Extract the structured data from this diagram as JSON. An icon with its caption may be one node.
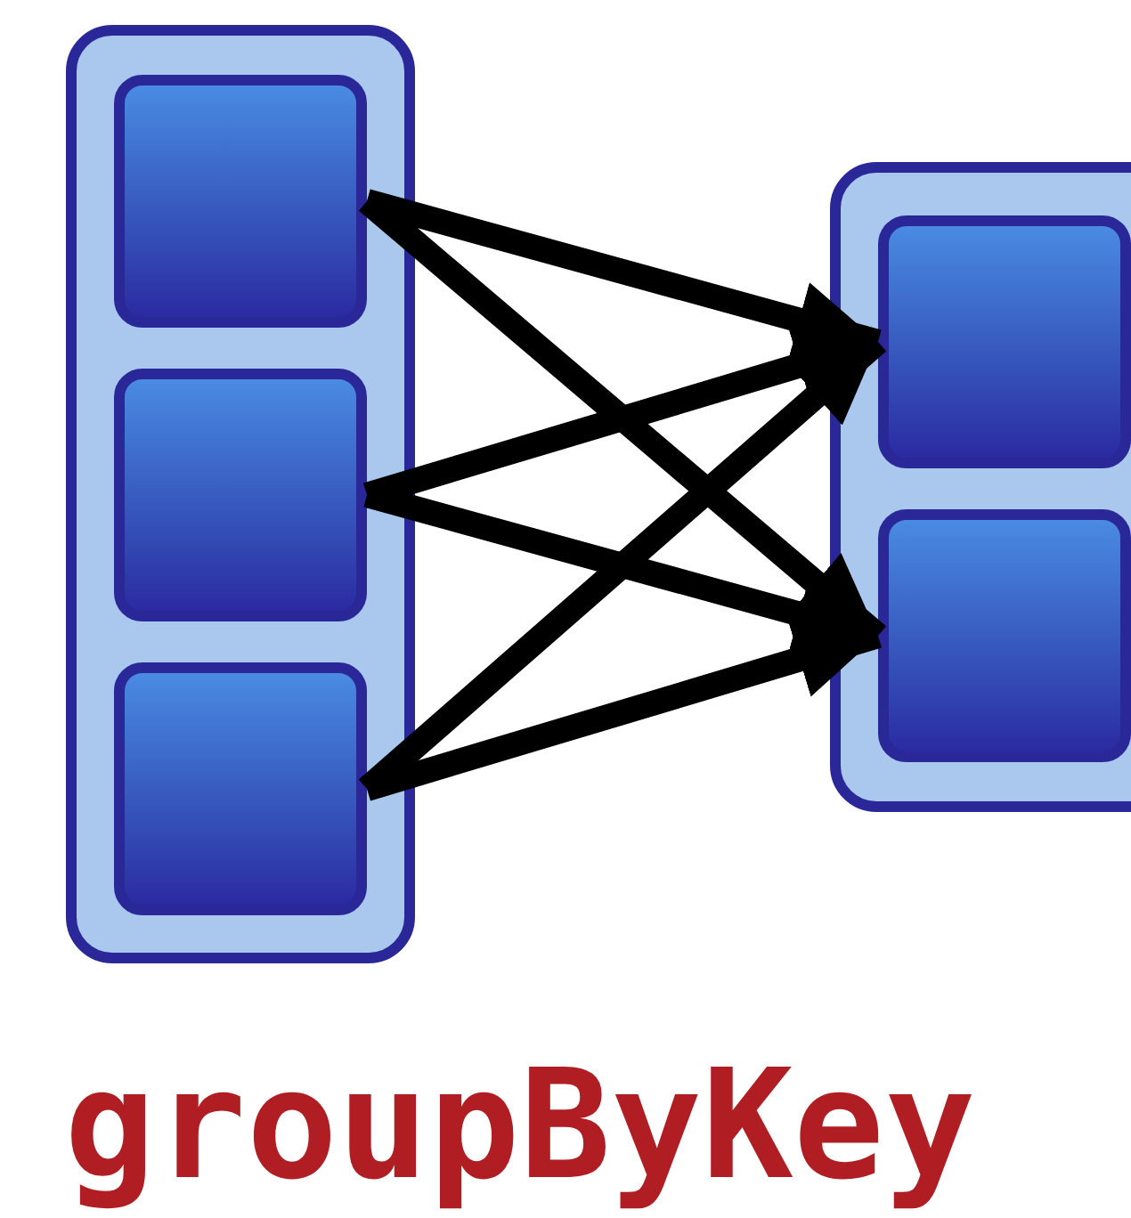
{
  "diagram": {
    "title": "groupByKey",
    "nodes": [
      {
        "text": [],
        "shape": "box"
      },
      {
        "text": [],
        "shape": "box",
        "in": 0
      },
      {
        "text": [],
        "shape": "box",
        "in": 0
      },
      {
        "text": [],
        "shape": "box",
        "in": 0
      },
      {
        "text": [],
        "shape": "box"
      },
      {
        "text": [],
        "shape": "box",
        "in": 4
      },
      {
        "text": [],
        "shape": "box",
        "in": 4
      }
    ],
    "edges": [
      {
        "from": 1,
        "to": 5,
        "arrow": "to"
      },
      {
        "from": 1,
        "to": 6,
        "arrow": "to"
      },
      {
        "from": 2,
        "to": 5,
        "arrow": "to"
      },
      {
        "from": 2,
        "to": 6,
        "arrow": "to"
      },
      {
        "from": 3,
        "to": 5,
        "arrow": "to"
      },
      {
        "from": 3,
        "to": 6,
        "arrow": "to"
      }
    ]
  }
}
